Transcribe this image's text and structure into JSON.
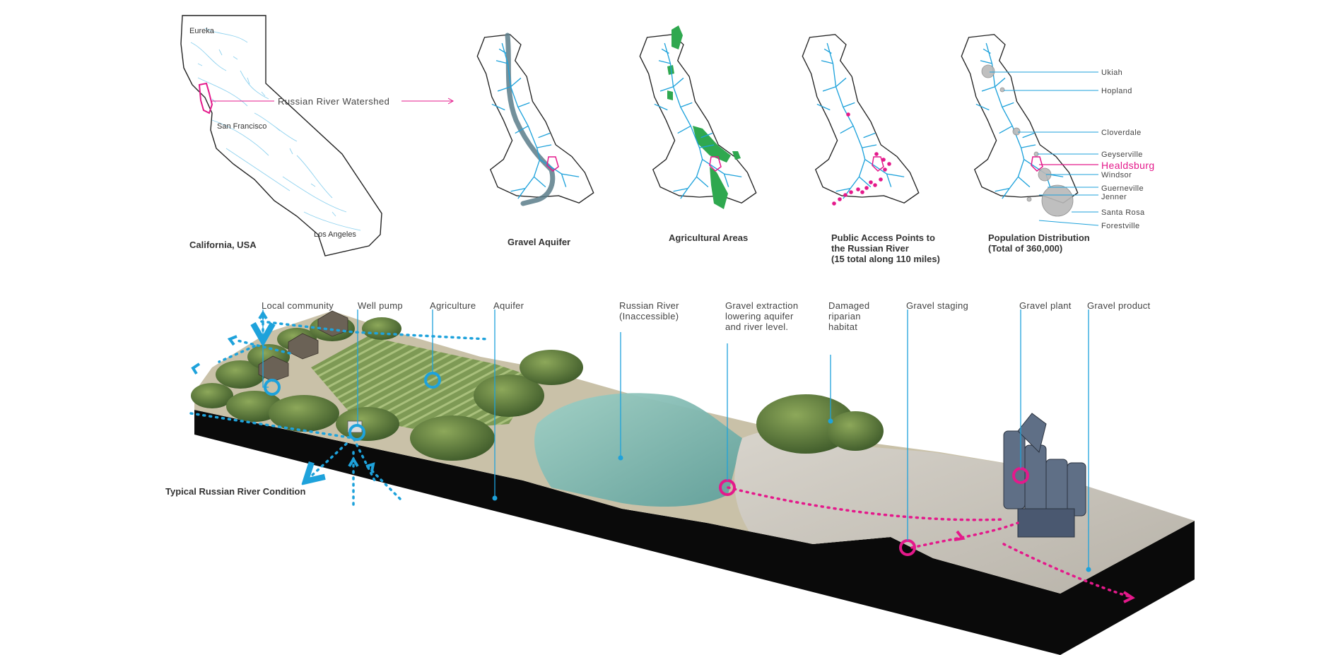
{
  "california": {
    "title": "California, USA",
    "cities": [
      "Eureka",
      "San Francisco",
      "Los Angeles"
    ],
    "watershed_label": "Russian River Watershed"
  },
  "maps": [
    {
      "caption": "Gravel Aquifer"
    },
    {
      "caption": "Agricultural Areas"
    },
    {
      "caption": "Public Access Points to\nthe Russian River\n(15 total along 110 miles)"
    },
    {
      "caption": "Population Distribution\n(Total of 360,000)"
    }
  ],
  "towns": [
    "Ukiah",
    "Hopland",
    "Cloverdale",
    "Geyserville",
    "Healdsburg",
    "Windsor",
    "Guerneville",
    "Jenner",
    "Santa Rosa",
    "Forestville"
  ],
  "highlight_town": "Healdsburg",
  "section": {
    "callouts": [
      "Local community",
      "Well pump",
      "Agriculture",
      "Aquifer",
      "Russian River\n(Inaccessible)",
      "Gravel extraction\nlowering aquifer\nand river level.",
      "Damaged\nriparian\nhabitat",
      "Gravel staging",
      "Gravel plant",
      "Gravel product"
    ],
    "condition_label": "Typical Russian River Condition"
  },
  "colors": {
    "river_blue": "#1ea2db",
    "accent_magenta": "#e4198b",
    "aquifer_slate": "#5b7c8a",
    "agri_green": "#2fa84f",
    "pop_gray": "#b9b9b9",
    "ground_black": "#0a0a0a"
  }
}
